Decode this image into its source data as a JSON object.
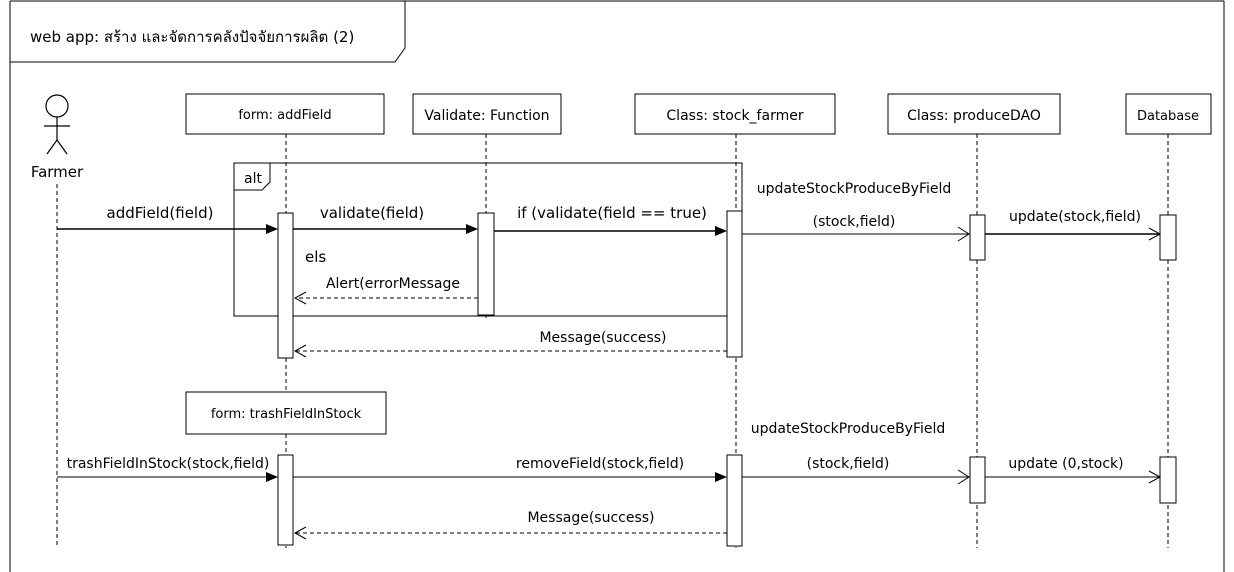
{
  "frame": {
    "title": "web app: สร้าง และจัดการคลังปัจจัยการผลิต (2)"
  },
  "actor": {
    "name": "Farmer"
  },
  "participants": [
    {
      "id": "form_addField",
      "label": "form: addField"
    },
    {
      "id": "validate",
      "label": "Validate: Function"
    },
    {
      "id": "stock_farmer",
      "label": "Class: stock_farmer"
    },
    {
      "id": "produceDAO",
      "label": "Class: produceDAO"
    },
    {
      "id": "database",
      "label": "Database"
    },
    {
      "id": "form_trash",
      "label": "form: trashFieldInStock"
    }
  ],
  "fragment": {
    "operator": "alt",
    "else_label": "els"
  },
  "messages": {
    "addField": "addField(field)",
    "validate": "validate(field)",
    "ifValidate": "if (validate(field == true)",
    "updateStock1_line1": "updateStockProduceByField",
    "updateStock1_line2": "(stock,field)",
    "update1": "update(stock,field)",
    "alert": "Alert(errorMessage",
    "success1": "Message(success)",
    "trashField": "trashFieldInStock(stock,field)",
    "removeField": "removeField(stock,field)",
    "updateStock2_line1": "updateStockProduceByField",
    "updateStock2_line2": "(stock,field)",
    "update2": "update (0,stock)",
    "success2": "Message(success)"
  }
}
